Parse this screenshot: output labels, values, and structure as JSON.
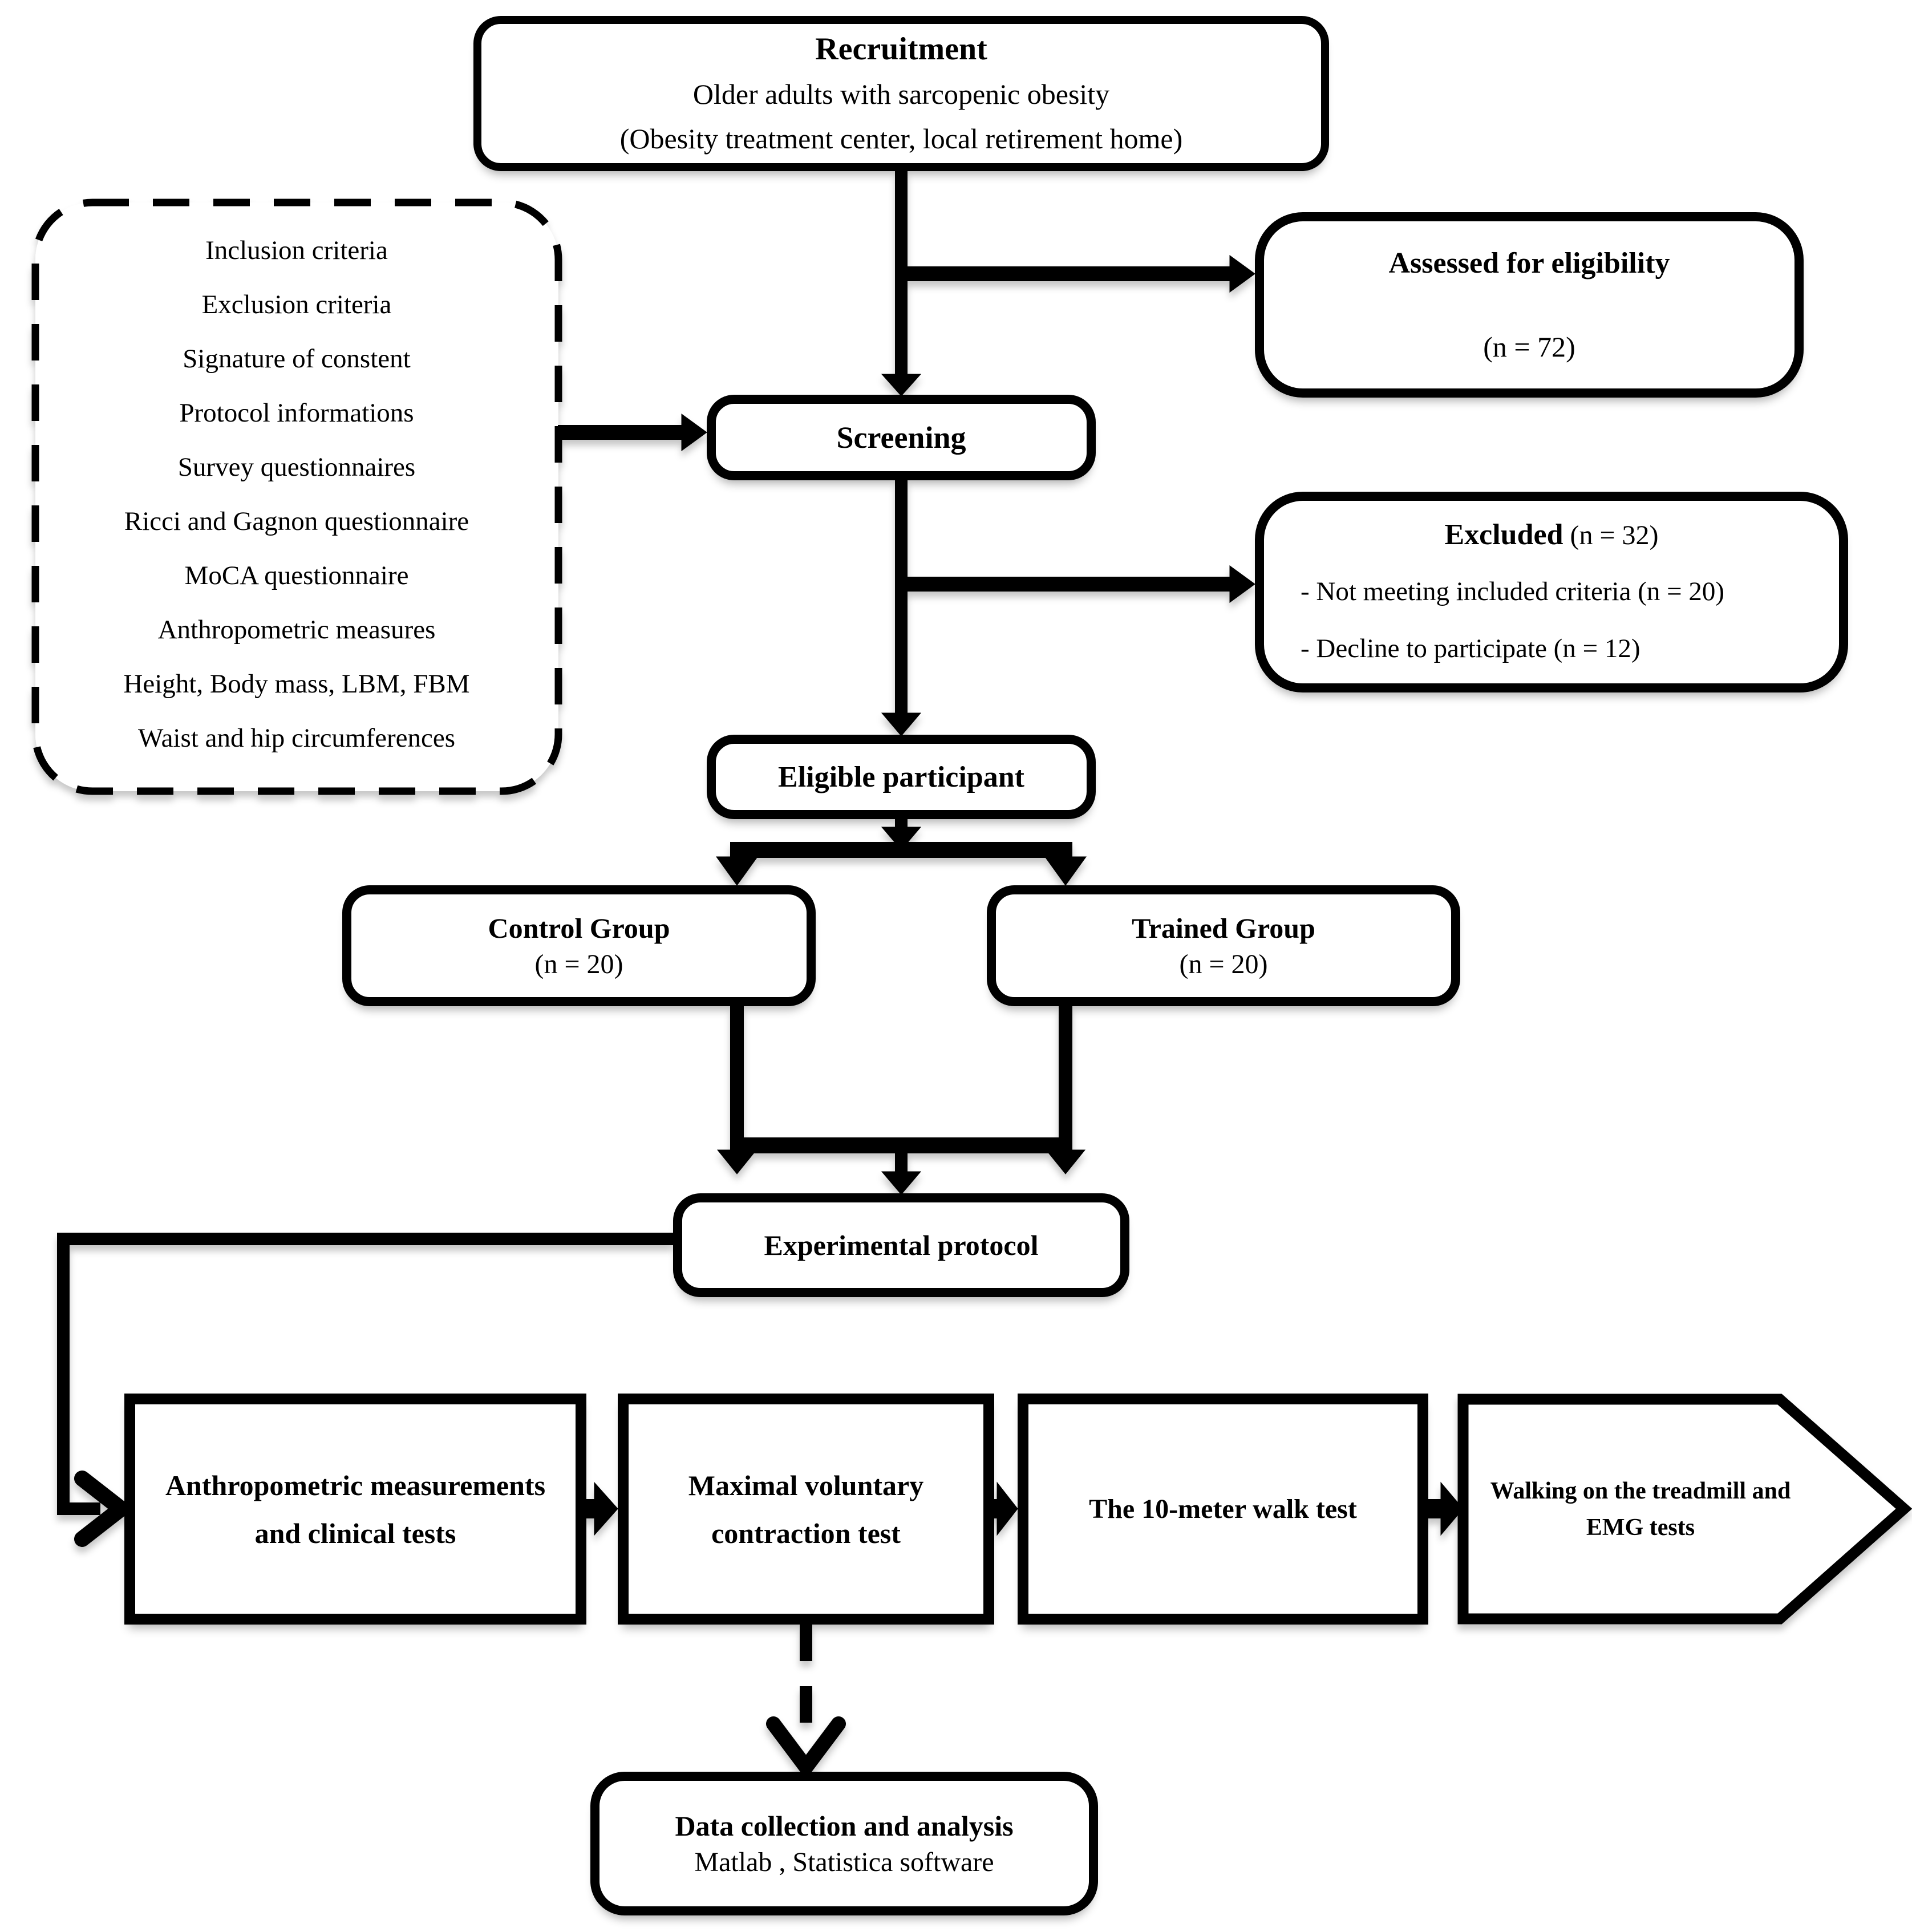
{
  "diagram": {
    "recruitment": {
      "title": "Recruitment",
      "subtitle": "Older adults with sarcopenic obesity",
      "location": "(Obesity treatment center, local retirement home)"
    },
    "criteria": {
      "items": [
        "Inclusion criteria",
        "Exclusion criteria",
        "Signature of constent",
        "Protocol informations",
        "Survey questionnaires",
        "Ricci and Gagnon questionnaire",
        "MoCA questionnaire",
        "Anthropometric measures",
        "Height, Body mass, LBM, FBM",
        "Waist and hip circumferences"
      ]
    },
    "assessed": {
      "title": "Assessed for eligibility",
      "count": "(n = 72)"
    },
    "screening": {
      "label": "Screening"
    },
    "excluded": {
      "title": "Excluded",
      "count": " (n = 32)",
      "reasons": [
        "- Not meeting included criteria (n = 20)",
        "- Decline to participate (n = 12)"
      ]
    },
    "eligible": {
      "label": "Eligible participant"
    },
    "control_group": {
      "title": "Control Group",
      "count": "(n = 20)"
    },
    "trained_group": {
      "title": "Trained Group",
      "count": "(n = 20)"
    },
    "experimental": {
      "label": "Experimental protocol"
    },
    "anthropometric": {
      "label": "Anthropometric measurements and clinical tests"
    },
    "mvc": {
      "label": "Maximal voluntary contraction test"
    },
    "walk_test": {
      "label": "The 10-meter walk test"
    },
    "treadmill": {
      "label": "Walking on the treadmill and EMG tests"
    },
    "data_analysis": {
      "title": "Data collection and analysis",
      "subtitle": "Matlab , Statistica software"
    }
  },
  "colors": {
    "line": "#000000",
    "background": "#ffffff",
    "box_fill": "#ffffff"
  }
}
